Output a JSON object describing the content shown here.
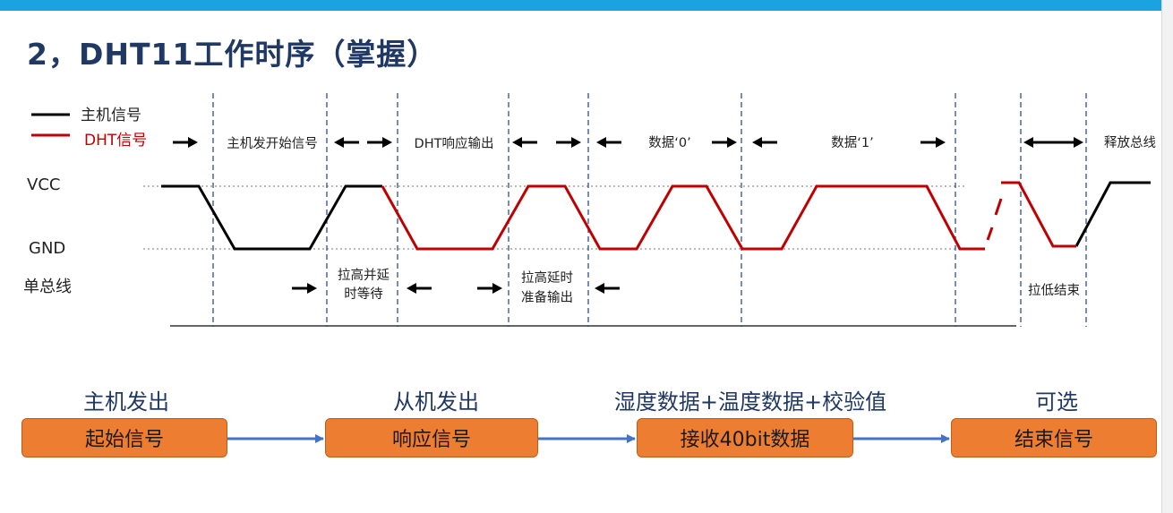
{
  "title": "2，DHT11工作时序（掌握）",
  "legend": {
    "host": {
      "label": "主机信号",
      "color": "#000000"
    },
    "dht": {
      "label": "DHT信号",
      "color": "#c00000"
    }
  },
  "axis_labels": {
    "vcc": "VCC",
    "gnd": "GND",
    "bus": "单总线"
  },
  "phases": {
    "host_start": "主机发开始信号",
    "dht_response": "DHT响应输出",
    "data0": "数据‘0’",
    "data1": "数据‘1’",
    "release": "释放总线",
    "pullup_wait_1": "拉高并延",
    "pullup_wait_2": "时等待",
    "pullup_ready_1": "拉高延时",
    "pullup_ready_2": "准备输出",
    "pulldown_end": "拉低结束"
  },
  "flow": [
    {
      "label": "主机发出",
      "box": "起始信号"
    },
    {
      "label": "从机发出",
      "box": "响应信号"
    },
    {
      "label": "湿度数据+温度数据+校验值",
      "box": "接收40bit数据"
    },
    {
      "label": "可选",
      "box": "结束信号"
    }
  ],
  "colors": {
    "title": "#1f3864",
    "box_fill": "#ed7d31",
    "arrow": "#4472c4",
    "accent_bar": "#1aa3e0"
  }
}
